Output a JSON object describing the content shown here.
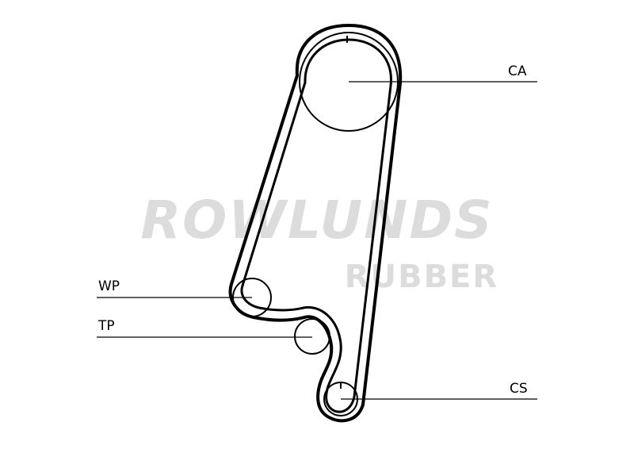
{
  "watermark": {
    "line1": "ROWLUNDS",
    "line2": "RUBBER",
    "color": "#dcdcdc"
  },
  "labels": {
    "ca": "CA",
    "wp": "WP",
    "tp": "TP",
    "cs": "CS"
  },
  "colors": {
    "belt": "#000000",
    "background": "#ffffff"
  }
}
